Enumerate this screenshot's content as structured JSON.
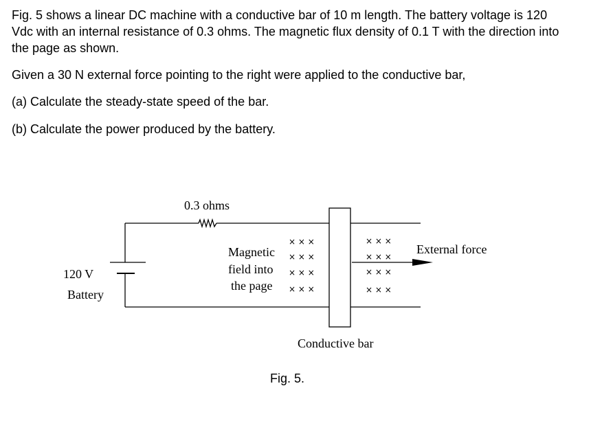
{
  "problem": {
    "paragraph_1": "Fig. 5 shows a linear DC machine with a conductive bar of 10 m length. The battery voltage is 120 Vdc with an internal resistance of 0.3 ohms. The magnetic flux density of 0.1 T with the direction into the page as shown.",
    "paragraph_2": "Given a 30 N external force pointing to the right were applied to the conductive bar,",
    "part_a": "(a) Calculate the steady-state speed of the bar.",
    "part_b": "(b) Calculate the power produced by the battery."
  },
  "figure": {
    "resistor_label": "0.3 ohms",
    "battery_voltage": "120 V",
    "battery_label": "Battery",
    "field_label_line1": "Magnetic",
    "field_label_line2": "field into",
    "field_label_line3": "the page",
    "field_mark": "× × ×",
    "force_label": "External force",
    "bar_label": "Conductive bar",
    "caption": "Fig. 5."
  }
}
